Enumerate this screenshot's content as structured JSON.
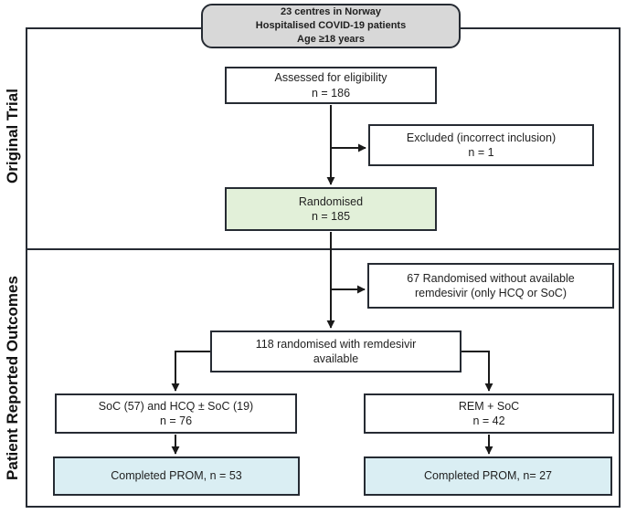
{
  "header_box": {
    "lines": [
      "23 centres in Norway",
      "Hospitalised COVID-19 patients",
      "Age ≥18 years"
    ]
  },
  "sections": [
    {
      "label": "Original Trial"
    },
    {
      "label": "Patient Reported Outcomes"
    }
  ],
  "boxes": {
    "assessed": {
      "line1": "Assessed for eligibility",
      "line2": "n = 186"
    },
    "excluded": {
      "line1": "Excluded (incorrect inclusion)",
      "line2": "n = 1"
    },
    "randomised": {
      "line1": "Randomised",
      "line2": "n = 185"
    },
    "no_remdesivir": {
      "line1": "67 Randomised without available",
      "line2": "remdesivir (only HCQ or SoC)"
    },
    "rem_available": {
      "line1": "118 randomised with remdesivir",
      "line2": "available"
    },
    "soc_hcq": {
      "line1": "SoC (57) and HCQ ± SoC (19)",
      "line2": "n = 76"
    },
    "rem_soc": {
      "line1": "REM + SoC",
      "line2": "n = 42"
    },
    "prom_left": {
      "line1": "Completed PROM, n = 53"
    },
    "prom_right": {
      "line1": "Completed PROM, n= 27"
    }
  },
  "colors": {
    "border": "#262b33",
    "arrow": "#1a1a1a",
    "text": "#1f1f1f",
    "header_fill": "#d8d8d8",
    "green_fill": "#e2f0d9",
    "blue_fill": "#daeef3",
    "box_fill": "#ffffff"
  }
}
